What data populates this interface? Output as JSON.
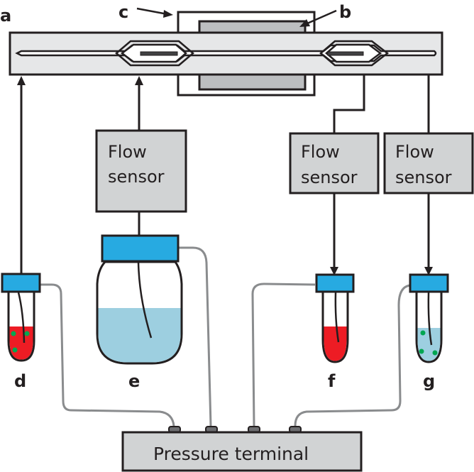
{
  "figure": {
    "labels": {
      "a": "a",
      "b": "b",
      "c": "c",
      "d": "d",
      "e": "e",
      "f": "f",
      "g": "g"
    },
    "flow_sensors": [
      {
        "line1": "Flow",
        "line2": "sensor"
      },
      {
        "line1": "Flow",
        "line2": "sensor"
      },
      {
        "line1": "Flow",
        "line2": "sensor"
      }
    ],
    "pressure_terminal": "Pressure terminal",
    "colors": {
      "chip": "#e6e7e8",
      "magnet": "#bcbec0",
      "sensor_box": "#d1d3d4",
      "cap": "#27aae1",
      "red_liquid": "#ed1c24",
      "blue_liquid": "#9dcfe0",
      "particle": "#00a651",
      "tubing": "#8a8c8e",
      "outline": "#231f20"
    }
  }
}
